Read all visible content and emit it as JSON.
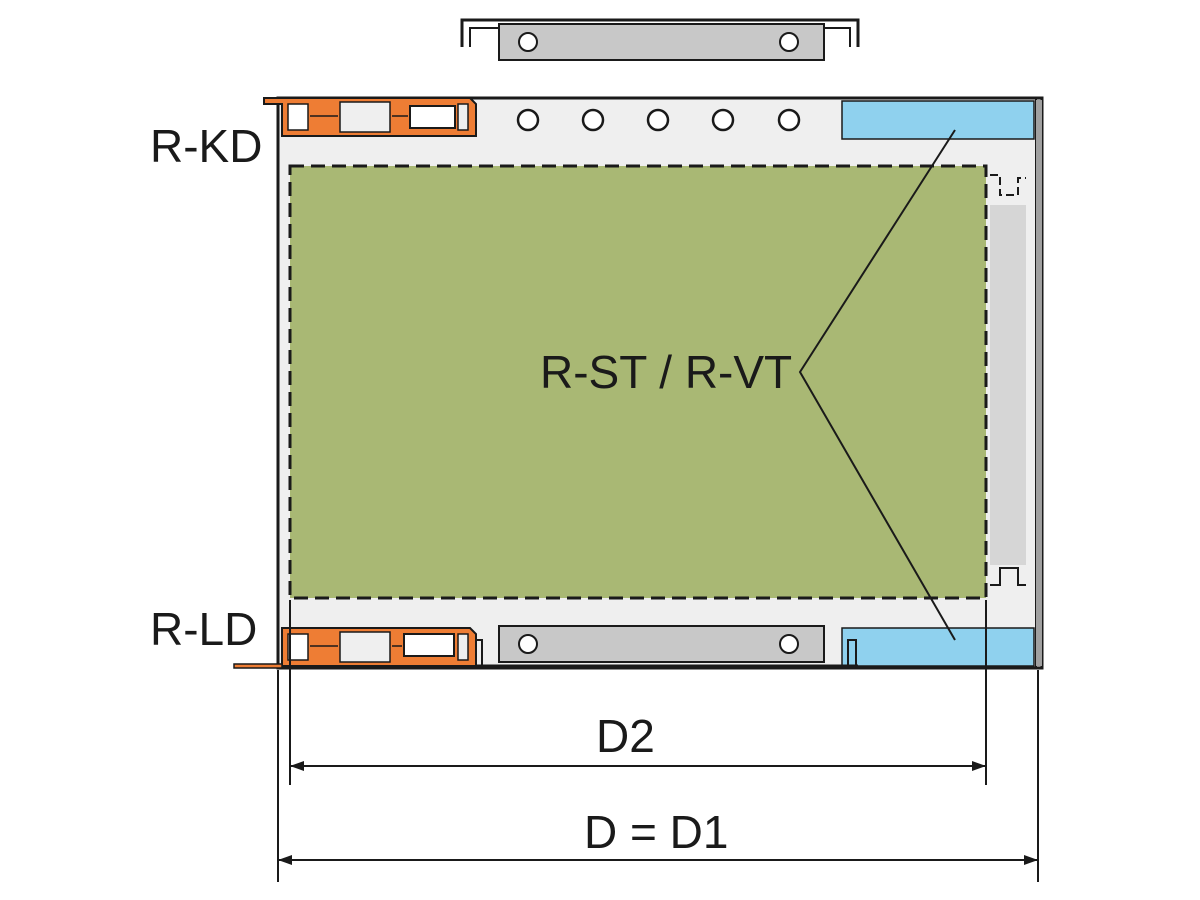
{
  "labels": {
    "r_kd": "R-KD",
    "r_ld": "R-LD",
    "r_st_vt": "R-ST / R-VT",
    "d2": "D2",
    "d_d1": "D = D1"
  },
  "colors": {
    "frame": "#efefef",
    "card_area": "#a9b874",
    "profile": "#ee7d34",
    "guide": "#8fd1ee",
    "rail": "#c8c8c8",
    "outline": "#1a1a1a"
  }
}
